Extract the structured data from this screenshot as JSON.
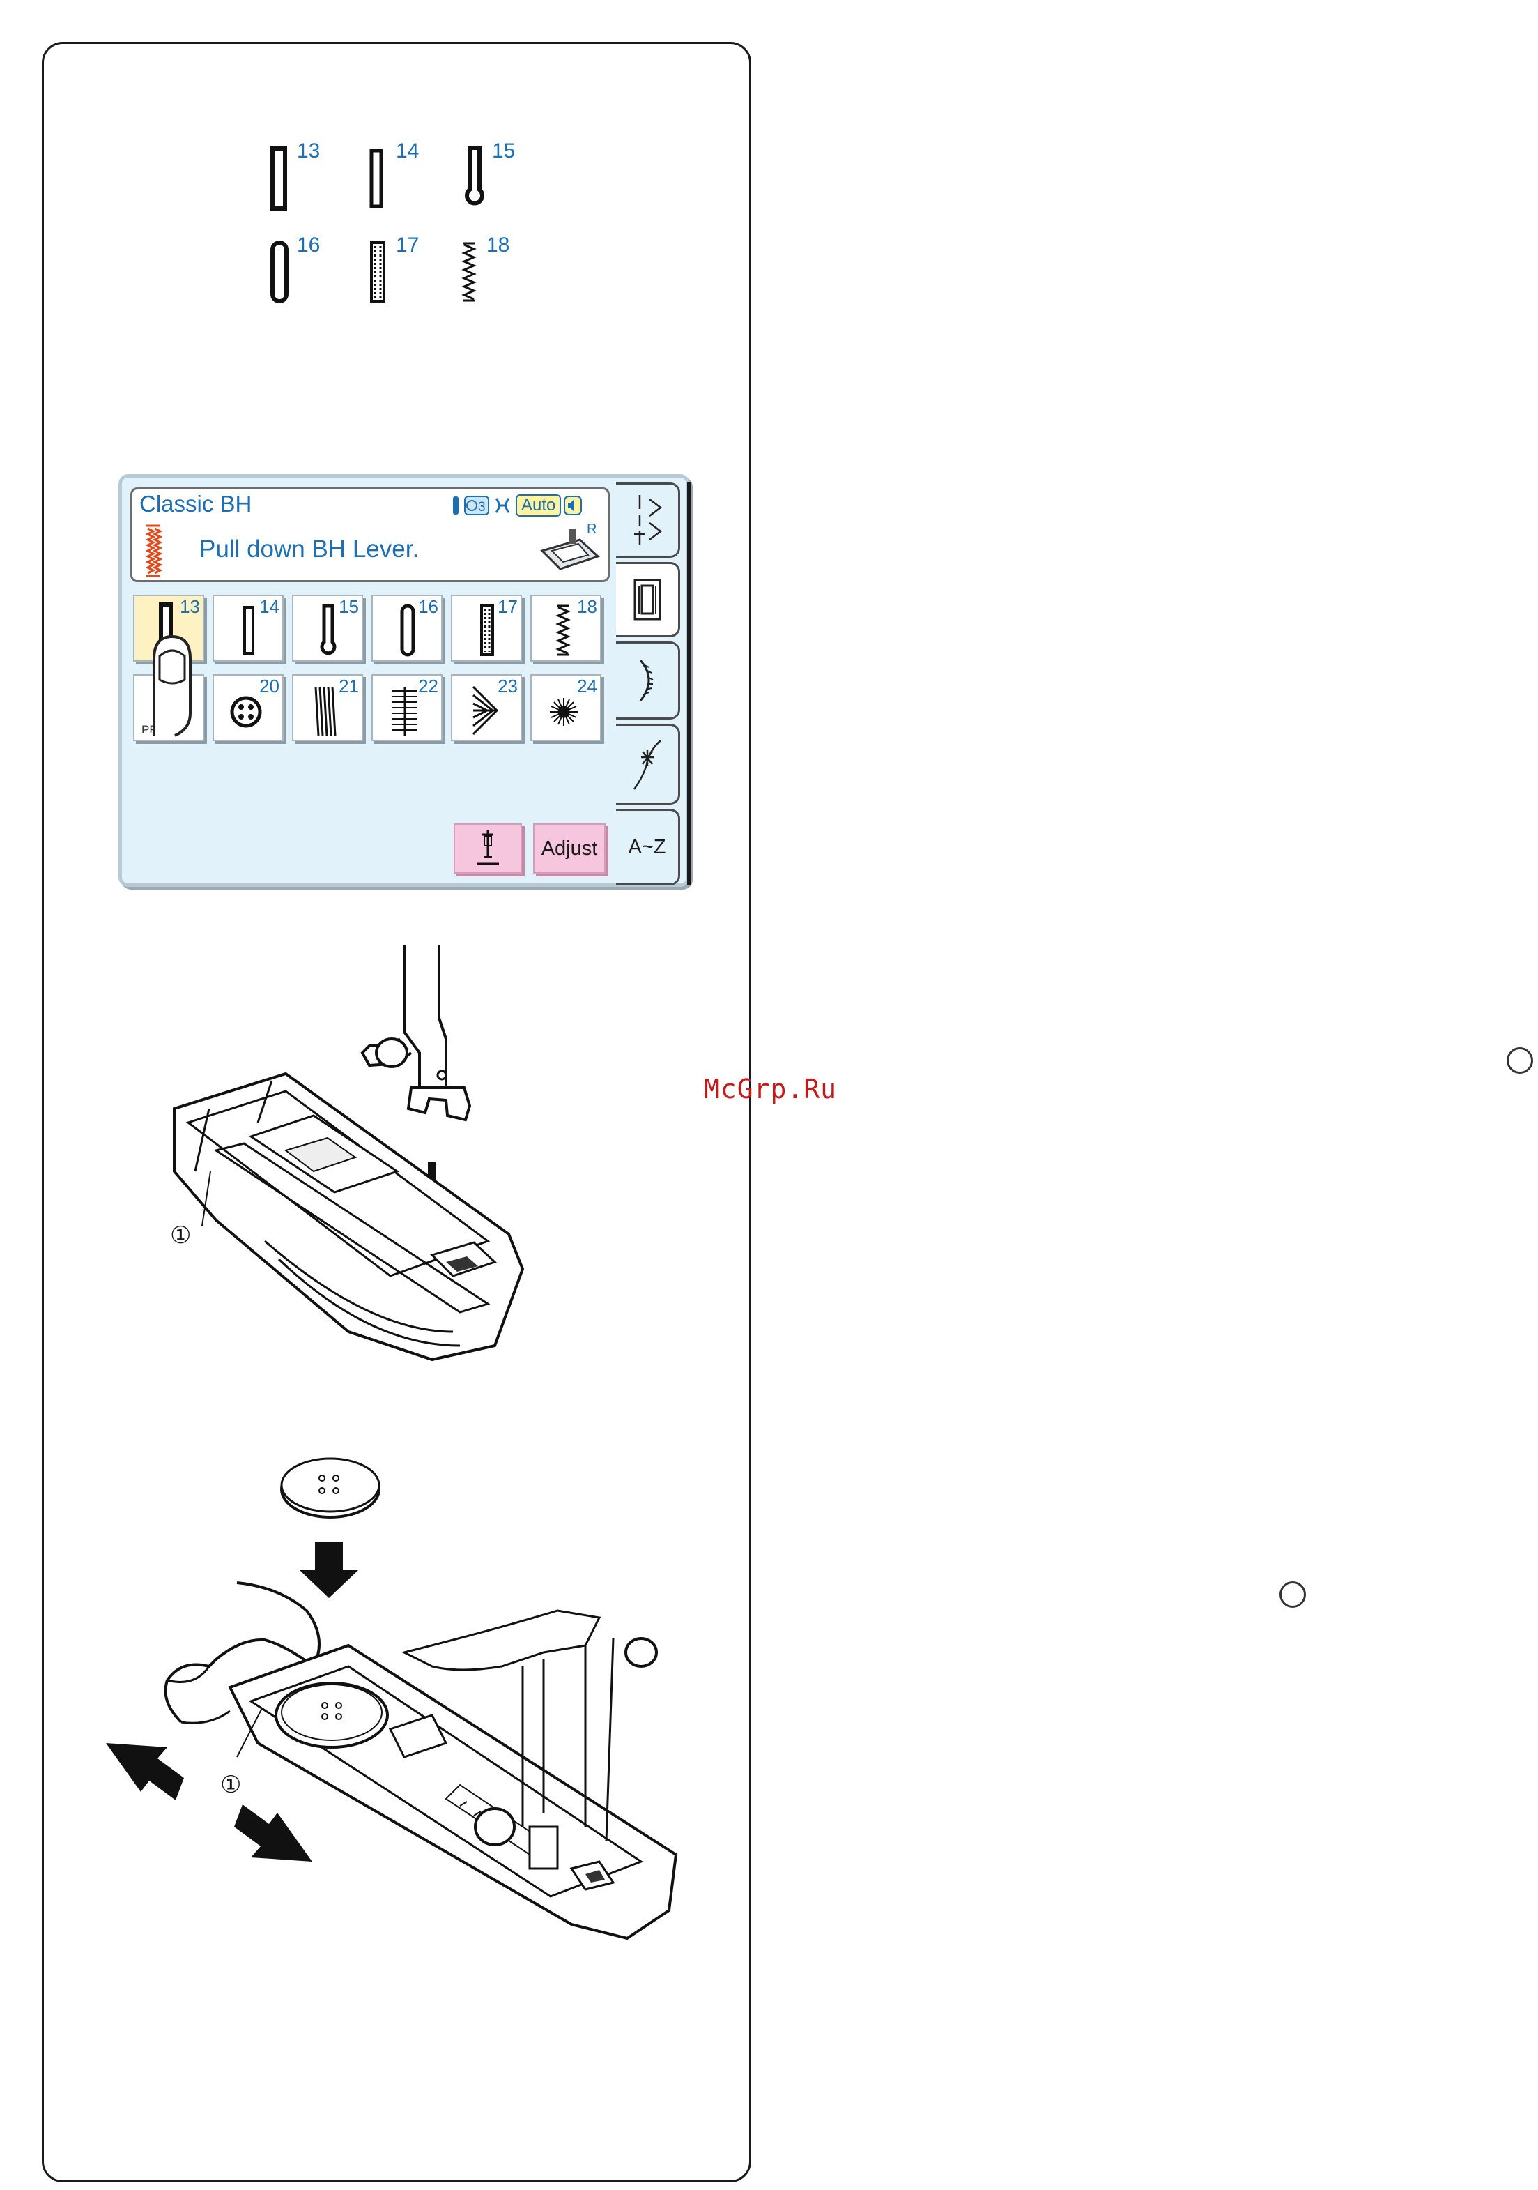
{
  "legend": {
    "items": [
      {
        "num": "13",
        "icon": "square-buttonhole-icon"
      },
      {
        "num": "14",
        "icon": "narrow-square-buttonhole-icon"
      },
      {
        "num": "15",
        "icon": "keyhole-buttonhole-icon"
      },
      {
        "num": "16",
        "icon": "round-end-buttonhole-icon"
      },
      {
        "num": "17",
        "icon": "stretch-buttonhole-icon"
      },
      {
        "num": "18",
        "icon": "zigzag-buttonhole-icon"
      }
    ]
  },
  "screen": {
    "title": "Classic BH",
    "message": "Pull down BH Lever.",
    "status": {
      "auto_label": "Auto",
      "foot_label": "R",
      "count": "3"
    },
    "row1": [
      {
        "num": "13",
        "icon": "square-buttonhole-icon",
        "selected": true
      },
      {
        "num": "14",
        "icon": "narrow-square-buttonhole-icon"
      },
      {
        "num": "15",
        "icon": "keyhole-buttonhole-icon"
      },
      {
        "num": "16",
        "icon": "round-end-buttonhole-icon"
      },
      {
        "num": "17",
        "icon": "stretch-buttonhole-icon"
      },
      {
        "num": "18",
        "icon": "zigzag-buttonhole-icon"
      }
    ],
    "row2": [
      {
        "num": "",
        "label": "PROG.",
        "icon": "prog-icon"
      },
      {
        "num": "20",
        "icon": "button-sewing-icon"
      },
      {
        "num": "21",
        "icon": "darning-icon"
      },
      {
        "num": "22",
        "icon": "tack-icon"
      },
      {
        "num": "23",
        "icon": "eyelet-leaf-icon"
      },
      {
        "num": "24",
        "icon": "eyelet-star-icon"
      }
    ],
    "buttons": {
      "adjust_label": "Adjust"
    },
    "tabs": [
      {
        "id": "utility",
        "label": ""
      },
      {
        "id": "buttonhole",
        "label": ""
      },
      {
        "id": "satin",
        "label": ""
      },
      {
        "id": "decorative",
        "label": ""
      },
      {
        "id": "letters",
        "label": "A~Z"
      }
    ]
  },
  "figures": {
    "callout_1": "①",
    "callout_2": "①"
  },
  "watermark": "McGrp.Ru"
}
